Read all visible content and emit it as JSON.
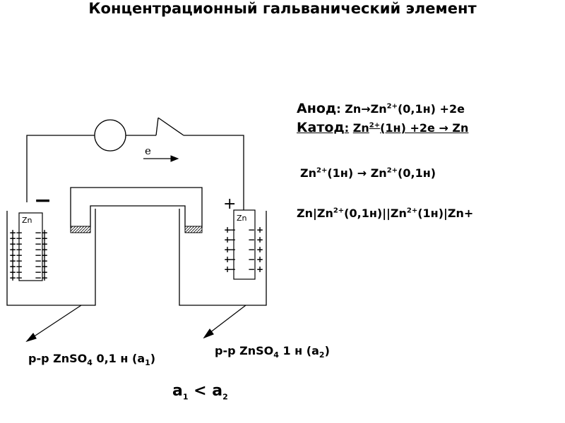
{
  "title": "Концентрационный гальванический элемент",
  "diagram": {
    "electron": "e",
    "minus": "−",
    "plus": "+",
    "left_electrode": "Zn",
    "right_electrode": "Zn"
  },
  "equations": {
    "anode_label": "Анод",
    "anode_colon": ":",
    "anode_reaction": "Zn→Zn",
    "anode_charge": "2+",
    "anode_rest": "(0,1н) +2e",
    "cathode_label": "Катод",
    "cathode_colon": ":",
    "cathode_reaction": "Zn",
    "cathode_charge": "2+",
    "cathode_rest": "(1н) +2e → Zn",
    "overall_1": "Zn",
    "overall_charge_1": "2+",
    "overall_2": "(1н) → Zn",
    "overall_charge_2": "2+",
    "overall_3": "(0,1н)",
    "scheme_1": "Zn|Zn",
    "scheme_charge_1": "2+",
    "scheme_2": "(0,1н)||Zn",
    "scheme_charge_2": "2+",
    "scheme_3": "(1н)|Zn+"
  },
  "solutions": {
    "left_prefix": "р-р ZnSO",
    "left_sub": "4",
    "left_conc": " 0,1 н (а",
    "left_act_sub": "1",
    "left_close": ")",
    "right_prefix": "р-р ZnSO",
    "right_sub": "4",
    "right_conc": " 1 н (а",
    "right_act_sub": "2",
    "right_close": ")"
  },
  "relation": {
    "a": "a",
    "sub1": "1",
    "op": " < ",
    "b": "a",
    "sub2": "2"
  }
}
